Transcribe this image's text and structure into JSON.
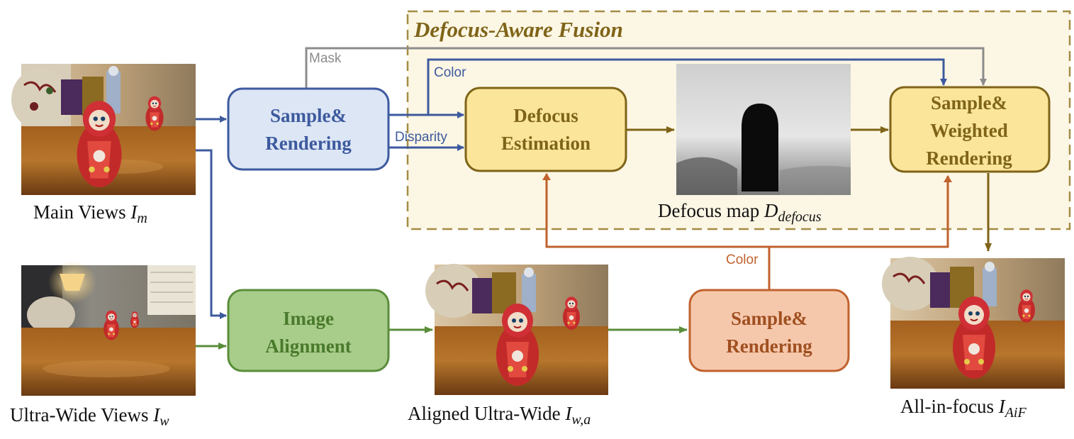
{
  "region": {
    "title": "Defocus-Aware Fusion"
  },
  "nodes": {
    "sample_rendering_main": {
      "line1": "Sample&",
      "line2": "Rendering"
    },
    "defocus_estimation": {
      "line1": "Defocus",
      "line2": "Estimation"
    },
    "sample_weighted_rendering": {
      "line1": "Sample&",
      "line2": "Weighted",
      "line3": "Rendering"
    },
    "image_alignment": {
      "line1": "Image",
      "line2": "Alignment"
    },
    "sample_rendering_aligned": {
      "line1": "Sample&",
      "line2": "Rendering"
    }
  },
  "images": {
    "main_views": {
      "caption": "Main Views ",
      "var": "I",
      "sub": "m"
    },
    "ultra_wide_views": {
      "caption": "Ultra-Wide Views ",
      "var": "I",
      "sub": "w"
    },
    "aligned_ultra_wide": {
      "caption": "Aligned Ultra-Wide ",
      "var": "I",
      "sub": "w,a"
    },
    "defocus_map": {
      "caption": "Defocus map ",
      "var": "D",
      "sub": "defocus"
    },
    "all_in_focus": {
      "caption": "All-in-focus ",
      "var": "I",
      "sub": "AiF"
    }
  },
  "edges": {
    "mask_label": "Mask",
    "color_label_top": "Color",
    "disparity_label": "Disparity",
    "color_label_bottom": "Color"
  },
  "colors": {
    "blue": "#3d5a9e",
    "blue_fill": "#dce6f5",
    "gold": "#7f6418",
    "gold_fill": "#fbe59a",
    "green": "#5a8d3a",
    "green_fill": "#a8cd8b",
    "orange": "#c0622d",
    "orange_fill": "#f5c8ac",
    "gray": "#8c8c8c",
    "region_fill": "#fcf6e4",
    "region_border": "#a48c45"
  }
}
